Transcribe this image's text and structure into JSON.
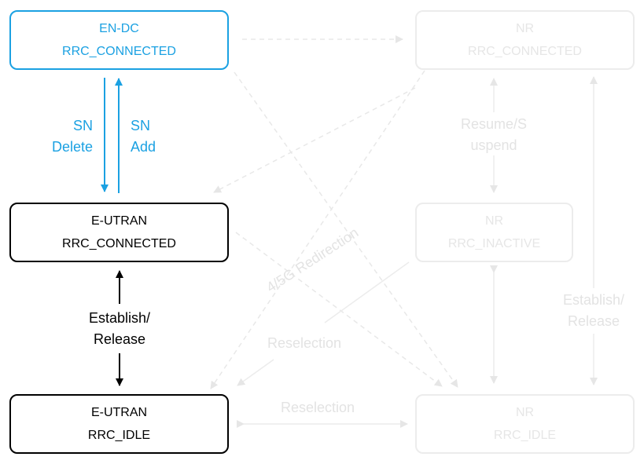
{
  "states": {
    "endc": {
      "line1": "EN-DC",
      "line2": "RRC_CONNECTED"
    },
    "eutran_connected": {
      "line1": "E-UTRAN",
      "line2": "RRC_CONNECTED"
    },
    "eutran_idle": {
      "line1": "E-UTRAN",
      "line2": "RRC_IDLE"
    },
    "nr_connected": {
      "line1": "NR",
      "line2": "RRC_CONNECTED"
    },
    "nr_inactive": {
      "line1": "NR",
      "line2": "RRC_INACTIVE"
    },
    "nr_idle": {
      "line1": "NR",
      "line2": "RRC_IDLE"
    }
  },
  "labels": {
    "sn_delete": {
      "line1": "SN",
      "line2": "Delete"
    },
    "sn_add": {
      "line1": "SN",
      "line2": "Add"
    },
    "establish_release_lte": {
      "line1": "Establish/",
      "line2": "Release"
    },
    "resume_suspend": {
      "line1": "Resume/S",
      "line2": "uspend"
    },
    "establish_release_nr": {
      "line1": "Establish/",
      "line2": "Release"
    },
    "redirection": "4/5G Redirection",
    "reselection_diag": "Reselection",
    "reselection_horiz": "Reselection"
  },
  "colors": {
    "accent": "#1ba1e2",
    "active": "#000000",
    "faded": "#e3e3e3"
  }
}
